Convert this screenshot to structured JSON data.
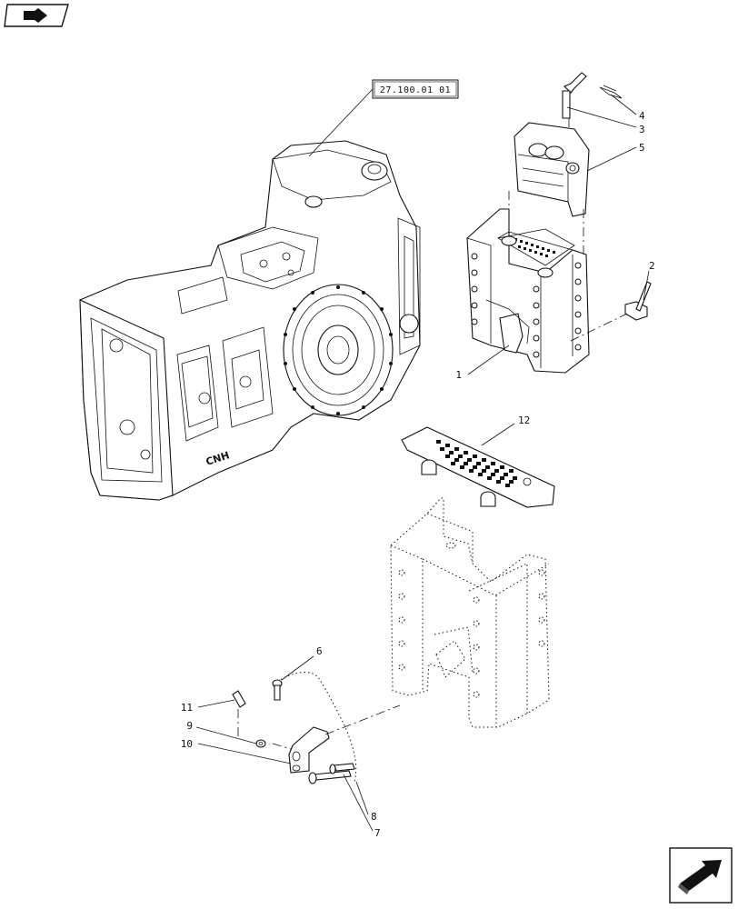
{
  "reference_box": {
    "text": "27.100.01 01"
  },
  "callouts": [
    {
      "id": "1",
      "label": "1"
    },
    {
      "id": "2",
      "label": "2"
    },
    {
      "id": "3",
      "label": "3"
    },
    {
      "id": "4",
      "label": "4"
    },
    {
      "id": "5",
      "label": "5"
    },
    {
      "id": "6",
      "label": "6"
    },
    {
      "id": "7",
      "label": "7"
    },
    {
      "id": "8",
      "label": "8"
    },
    {
      "id": "9",
      "label": "9"
    },
    {
      "id": "10",
      "label": "10"
    },
    {
      "id": "11",
      "label": "11"
    },
    {
      "id": "12",
      "label": "12"
    }
  ],
  "casting_logo": {
    "text": "CNH"
  },
  "nav": {
    "back_icon": "back-arrow-icon",
    "next_icon": "forward-arrow-icon"
  }
}
